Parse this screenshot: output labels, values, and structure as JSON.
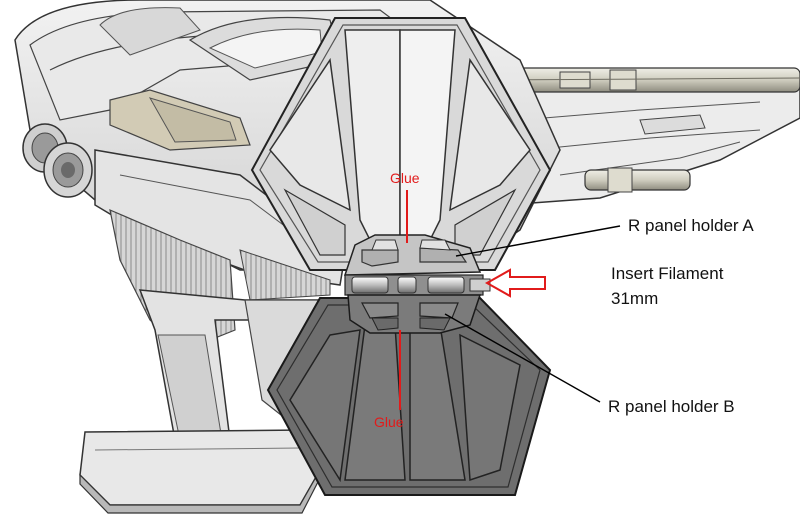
{
  "annotations": {
    "glue_top": "Glue",
    "glue_bottom": "Glue",
    "r_panel_holder_a": "R panel holder A",
    "insert_filament_line1": "Insert Filament",
    "insert_filament_line2": "31mm",
    "r_panel_holder_b": "R panel holder B"
  },
  "colors": {
    "glue_marker": "#e11b1b",
    "insert_arrow": "#e11b1b",
    "leader_line": "#000000",
    "panel_upper": "#d9d9d9",
    "panel_lower": "#6e6e6e",
    "hull": "#e6e6e6",
    "accent_tan": "#d2cbb5"
  }
}
